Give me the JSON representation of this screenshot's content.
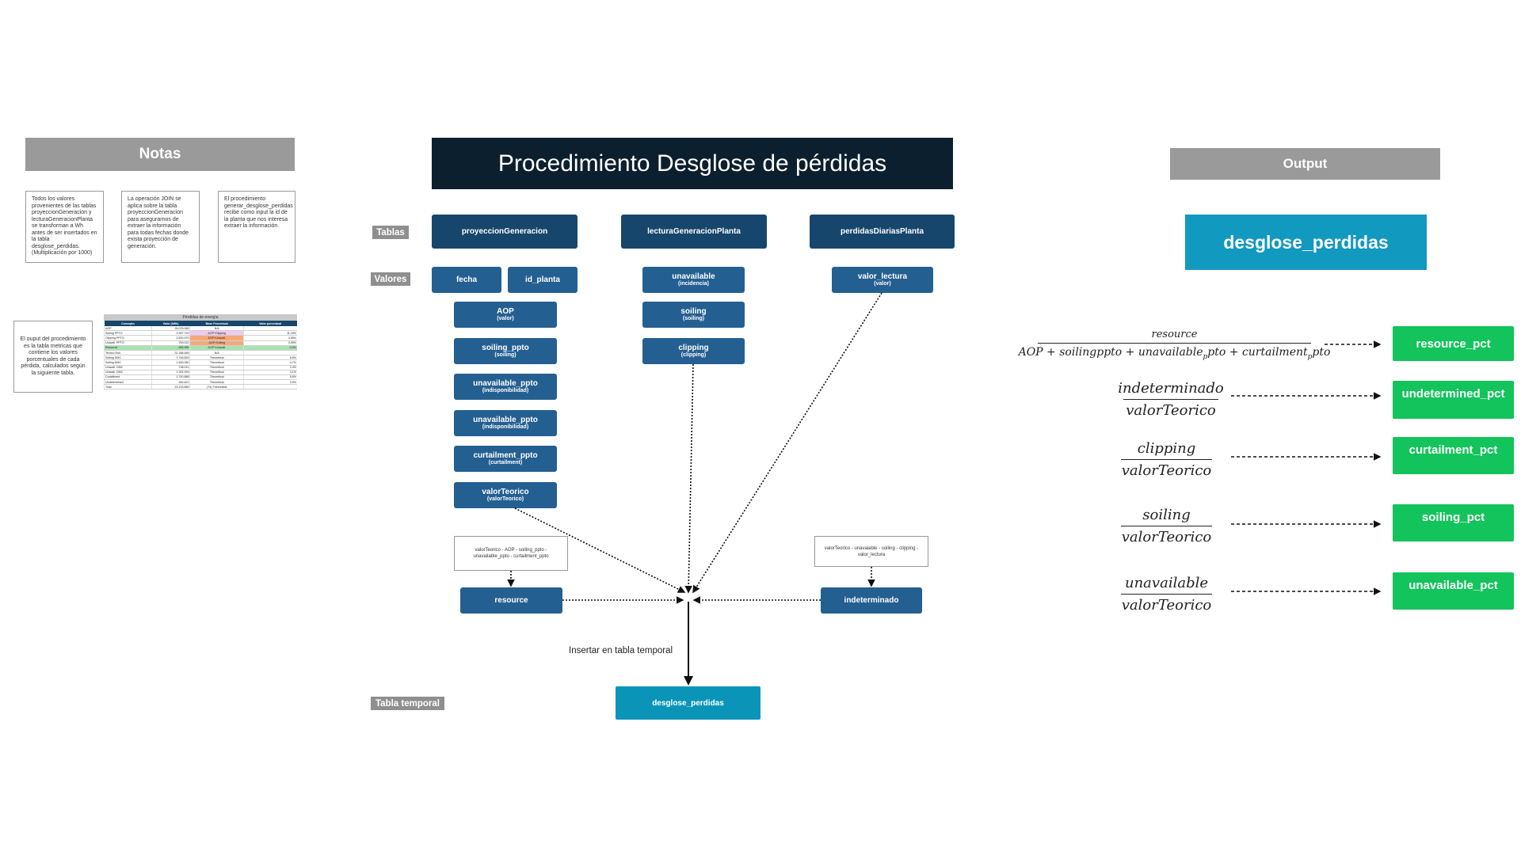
{
  "notes": {
    "header": "Notas",
    "note1": "Todos los valores provenientes de las tablas proyeccionGeneracion y lecturaGeneracionPlanta se transforman a Wh antes de ser insertados en la tabla desglose_perdidas. (Multiplicación por 1000)",
    "note2": "La operación JOIN se aplica sobre la tabla proyeccionGeneracion para asegurarnos de extraer la información para todas fechas donde exista proyección de generación.",
    "note3": "El procedimiento generar_desglose_perdidas recibe como input la id de la planta que nos interesa extraer la información.",
    "note4": "El ouput del procedimiento es la tabla metricas que contiene los valores porcentuales de cada pérdida, calculados según la siguiente tabla.",
    "mini_table": {
      "title": "Pérdidas de energía",
      "headers": [
        "Concepto",
        "Valor (kWh)",
        "Base Porcentual",
        "Valor porcentual"
      ],
      "rows": [
        [
          "AOP",
          "26.078.089",
          "N/A",
          ""
        ],
        [
          "Soiling PPTO",
          "3.357.729",
          "AOP+Clipping",
          "11,15%"
        ],
        [
          "Clipping PPTO",
          "2.500.979",
          "AOP+Unavail.",
          "4,55%"
        ],
        [
          "Unavail. PPTO",
          "753.021",
          "AOP+Soiling",
          "3,95%"
        ],
        [
          "Resource",
          "-383.985",
          "AOP+Unavail.",
          "-3,0%"
        ],
        [
          "Teorico Esti.",
          "31.188.489",
          "N/A",
          ""
        ],
        [
          "Soiling DMC",
          "2.748.839",
          "Theoretical",
          "8,8%"
        ],
        [
          "Soiling DMC",
          "1.483.060",
          "Theoretical",
          "4,7%"
        ],
        [
          "Unavail. DMC",
          "738.021",
          "Theoretical",
          "2,4%"
        ],
        [
          "Unavail. DMC",
          "1.302.993",
          "Theoretical",
          "4,1%"
        ],
        [
          "Curtailment",
          "1.740.888",
          "Theoretical",
          "5,6%"
        ],
        [
          "Undetermined",
          "282.621",
          "Theoretical",
          "0,9%"
        ],
        [
          "Total",
          "23.133.889",
          "(74) Theoretical",
          ""
        ]
      ]
    }
  },
  "main": {
    "title": "Procedimiento Desglose de pérdidas",
    "tag_tablas": "Tablas",
    "tag_valores": "Valores",
    "tag_temporal": "Tabla temporal",
    "tables": [
      "proyeccionGeneracion",
      "lecturaGeneracionPlanta",
      "perdidasDiariasPlanta"
    ],
    "col1_keys": [
      "fecha",
      "id_planta"
    ],
    "col1_values": [
      {
        "name": "AOP",
        "sub": "(valor)"
      },
      {
        "name": "soiling_ppto",
        "sub": "(soiling)"
      },
      {
        "name": "unavailable_ppto",
        "sub": "(indisponibilidad)"
      },
      {
        "name": "unavailable_ppto",
        "sub": "(indisponibilidad)"
      },
      {
        "name": "curtailment_ppto",
        "sub": "(curtailment)"
      },
      {
        "name": "valorTeorico",
        "sub": "(valorTeorico)"
      }
    ],
    "col2_values": [
      {
        "name": "unavailable",
        "sub": "(incidencia)"
      },
      {
        "name": "soiling",
        "sub": "(soiling)"
      },
      {
        "name": "clipping",
        "sub": "(clipping)"
      }
    ],
    "col3_values": [
      {
        "name": "valor_lectura",
        "sub": "(valor)"
      }
    ],
    "formula_resource": "valorTeorico - AOP - soiling_ppto - unavailable_ppto - curtailment_ppto",
    "formula_indeterminado": "valorTeorico - unavaiable - soiling - clipping - valor_lectura",
    "resource": "resource",
    "indeterminado": "indeterminado",
    "insert_label": "Insertar en tabla temporal",
    "temp_table": "desglose_perdidas"
  },
  "output": {
    "header": "Output",
    "table": "desglose_perdidas",
    "rows": [
      {
        "num": "resource",
        "den": "AOP + soilingppto + unavailable_pto + curtailment_pto",
        "den_main1": "AOP + soilingppto + unavailable",
        "den_sub1": "p",
        "den_main2": "pto + curtailment",
        "den_sub2": "p",
        "den_main3": "pto",
        "result": "resource_pct"
      },
      {
        "num": "indeterminado",
        "den": "valorTeorico",
        "result": "undetermined_pct"
      },
      {
        "num": "clipping",
        "den": "valorTeorico",
        "result": "curtailment_pct"
      },
      {
        "num": "soiling",
        "den": "valorTeorico",
        "result": "soiling_pct"
      },
      {
        "num": "unavailable",
        "den": "valorTeorico",
        "result": "unavailable_pct"
      }
    ]
  },
  "colors": {
    "title_bg": "#0c1f2e",
    "table_header": "#17466c",
    "value_box": "#245f91",
    "temp_table": "#0a95b8",
    "output_table": "#1299c0",
    "output_result": "#13c35b",
    "gray_header": "#9a9a9a"
  }
}
